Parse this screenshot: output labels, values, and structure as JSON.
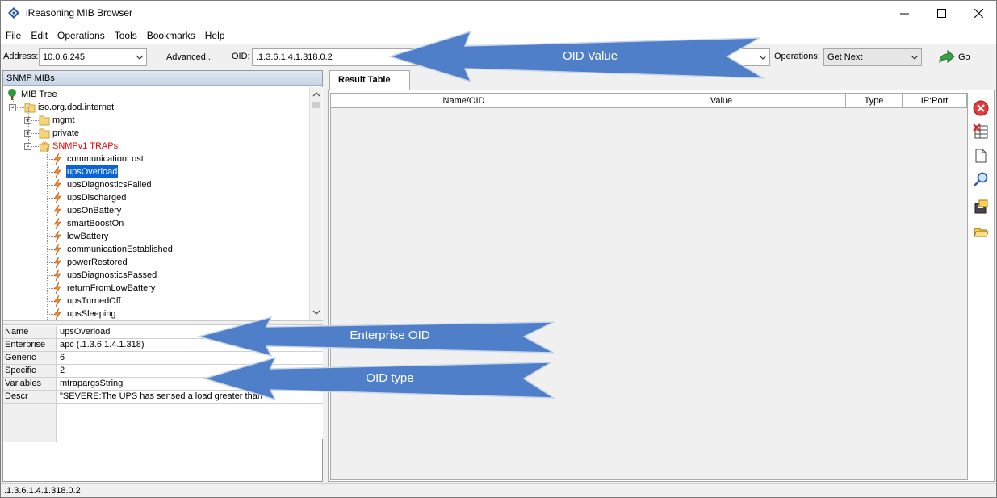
{
  "window": {
    "title": "iReasoning MIB Browser"
  },
  "menu": [
    "File",
    "Edit",
    "Operations",
    "Tools",
    "Bookmarks",
    "Help"
  ],
  "address": {
    "label": "Address:",
    "value": "10.0.6.245",
    "advanced": "Advanced...",
    "oid_label": "OID:",
    "oid_value": ".1.3.6.1.4.1.318.0.2",
    "ops_label": "Operations:",
    "ops_value": "Get Next",
    "go": "Go"
  },
  "left": {
    "header": "SNMP MIBs",
    "tree": [
      {
        "label": "MIB Tree",
        "level": 0,
        "icon": "tree-icon"
      },
      {
        "label": "iso.org.dod.internet",
        "level": 1,
        "icon": "folder-icon",
        "exp": "-"
      },
      {
        "label": "mgmt",
        "level": 2,
        "icon": "folder-icon",
        "exp": "+"
      },
      {
        "label": "private",
        "level": 2,
        "icon": "folder-icon",
        "exp": "+"
      },
      {
        "label": "SNMPv1 TRAPs",
        "level": 2,
        "icon": "trap-folder-icon",
        "exp": "-",
        "red": true
      },
      {
        "label": "communicationLost",
        "level": 3,
        "icon": "trap-icon"
      },
      {
        "label": "upsOverload",
        "level": 3,
        "icon": "trap-icon",
        "selected": true
      },
      {
        "label": "upsDiagnosticsFailed",
        "level": 3,
        "icon": "trap-icon"
      },
      {
        "label": "upsDischarged",
        "level": 3,
        "icon": "trap-icon"
      },
      {
        "label": "upsOnBattery",
        "level": 3,
        "icon": "trap-icon"
      },
      {
        "label": "smartBoostOn",
        "level": 3,
        "icon": "trap-icon"
      },
      {
        "label": "lowBattery",
        "level": 3,
        "icon": "trap-icon"
      },
      {
        "label": "communicationEstablished",
        "level": 3,
        "icon": "trap-icon"
      },
      {
        "label": "powerRestored",
        "level": 3,
        "icon": "trap-icon"
      },
      {
        "label": "upsDiagnosticsPassed",
        "level": 3,
        "icon": "trap-icon"
      },
      {
        "label": "returnFromLowBattery",
        "level": 3,
        "icon": "trap-icon"
      },
      {
        "label": "upsTurnedOff",
        "level": 3,
        "icon": "trap-icon"
      },
      {
        "label": "upsSleeping",
        "level": 3,
        "icon": "trap-icon"
      }
    ],
    "props": [
      {
        "k": "Name",
        "v": "upsOverload"
      },
      {
        "k": "Enterprise",
        "v": "apc (.1.3.6.1.4.1.318)"
      },
      {
        "k": "Generic",
        "v": "6"
      },
      {
        "k": "Specific",
        "v": "2"
      },
      {
        "k": "Variables",
        "v": "mtrapargsString"
      },
      {
        "k": "Descr",
        "v": "\"SEVERE:The UPS has sensed a load greater than"
      },
      {
        "k": "",
        "v": ""
      },
      {
        "k": "",
        "v": ""
      },
      {
        "k": "",
        "v": ""
      }
    ]
  },
  "right": {
    "tab": "Result Table",
    "columns": [
      "Name/OID",
      "Value",
      "Type",
      "IP:Port"
    ]
  },
  "status": ".1.3.6.1.4.1.318.0.2",
  "annotations": {
    "oid_value": "OID Value",
    "enterprise_oid": "Enterprise OID",
    "oid_type": "OID type"
  },
  "colors": {
    "arrow": "#4f7fc8",
    "selection": "#0a64d8"
  }
}
